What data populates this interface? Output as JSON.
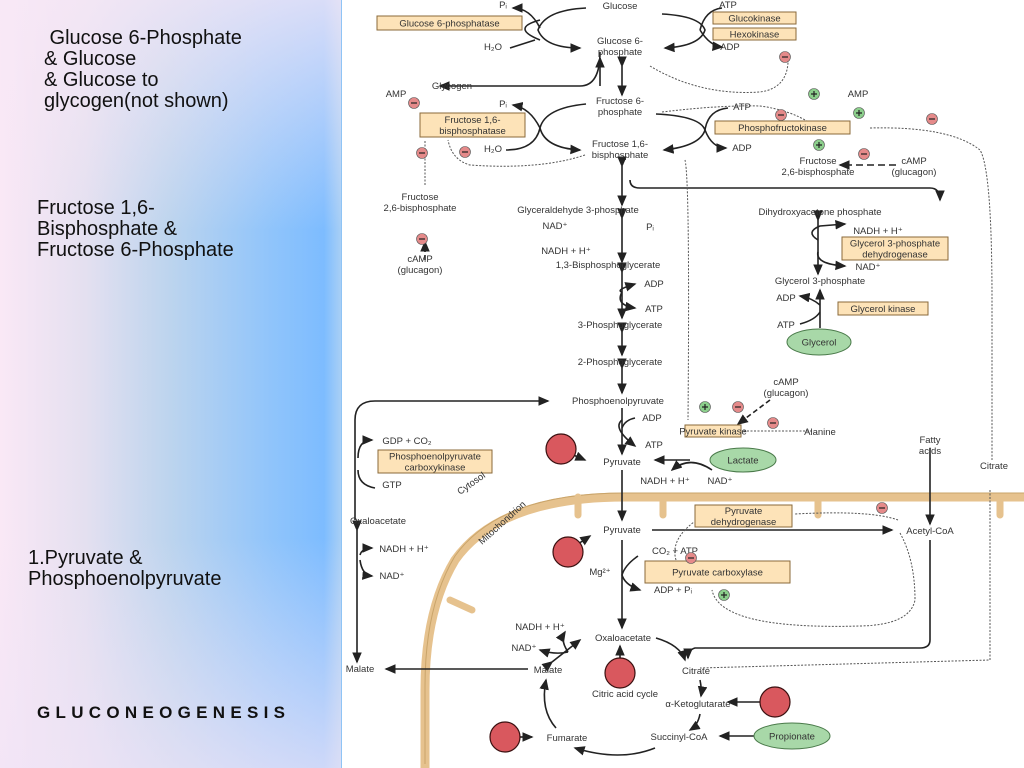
{
  "left_panel": {
    "note1": [
      " Glucose 6-Phosphate",
      "& Glucose",
      "& Glucose to",
      "glycogen(not shown)"
    ],
    "note2": [
      "Fructose 1,6-",
      "Bisphosphate &",
      "Fructose 6-Phosphate"
    ],
    "note3": [
      "1.Pyruvate &",
      "Phosphoenolpyruvate"
    ],
    "title": "GLUCONEOGENESIS"
  },
  "diagram": {
    "labels": {
      "glucose": [
        "Glucose"
      ],
      "g6p": [
        "Glucose 6-",
        "phosphate"
      ],
      "glycogen": [
        "Glycogen"
      ],
      "f6p": [
        "Fructose 6-",
        "phosphate"
      ],
      "f16bp": [
        "Fructose 1,6-",
        "bisphosphate"
      ],
      "f26bp_left": [
        "Fructose",
        "2,6-bisphosphate"
      ],
      "camp_left": [
        "cAMP",
        "(glucagon)"
      ],
      "pi_top": [
        "Pᵢ"
      ],
      "h2o_top": [
        "H₂O"
      ],
      "atp_top": [
        "ATP"
      ],
      "adp_top": [
        "ADP"
      ],
      "amp_left": [
        "AMP"
      ],
      "pi_mid": [
        "Pᵢ"
      ],
      "h2o_mid": [
        "H₂O"
      ],
      "atp_pfk": [
        "ATP"
      ],
      "adp_pfk": [
        "ADP"
      ],
      "amp_right": [
        "AMP"
      ],
      "f26bp_right": [
        "Fructose",
        "2,6-bisphosphate"
      ],
      "camp_right": [
        "cAMP",
        "(glucagon)"
      ],
      "gap": [
        "Glyceraldehyde 3-phosphate"
      ],
      "nad_gap": [
        "NAD⁺"
      ],
      "pi_gap": [
        "Pᵢ"
      ],
      "nadh_gap": [
        "NADH + H⁺"
      ],
      "bpg": [
        "1,3-Bisphosphoglycerate"
      ],
      "adp_pgk": [
        "ADP"
      ],
      "atp_pgk": [
        "ATP"
      ],
      "pg3": [
        "3-Phosphoglycerate"
      ],
      "pg2": [
        "2-Phosphoglycerate"
      ],
      "pep": [
        "Phosphoenolpyruvate"
      ],
      "adp_pk": [
        "ADP"
      ],
      "atp_pk": [
        "ATP"
      ],
      "camp_pk": [
        "cAMP",
        "(glucagon)"
      ],
      "alanine": [
        "Alanine"
      ],
      "pyruvate_cyt": [
        "Pyruvate"
      ],
      "nadh_ldh": [
        "NADH + H⁺"
      ],
      "nad_ldh": [
        "NAD⁺"
      ],
      "fatty_acids": [
        "Fatty",
        "acids"
      ],
      "citrate_right": [
        "Citrate"
      ],
      "dhap": [
        "Dihydroxyacetone phosphate"
      ],
      "nadh_g3p": [
        "NADH + H⁺"
      ],
      "nad_g3p": [
        "NAD⁺"
      ],
      "g3p": [
        "Glycerol 3-phosphate"
      ],
      "adp_gk": [
        "ADP"
      ],
      "atp_gk": [
        "ATP"
      ],
      "gdp_co2": [
        "GDP + CO₂"
      ],
      "gtp": [
        "GTP"
      ],
      "oaa_cyt": [
        "Oxaloacetate"
      ],
      "nadh_mdh_cyt": [
        "NADH + H⁺"
      ],
      "nad_mdh_cyt": [
        "NAD⁺"
      ],
      "malate_cyt": [
        "Malate"
      ],
      "pyruvate_mito": [
        "Pyruvate"
      ],
      "acetyl_coa": [
        "Acetyl-CoA"
      ],
      "co2_atp": [
        "CO₂ + ATP"
      ],
      "mg": [
        "Mg²⁺"
      ],
      "adp_pi": [
        "ADP + Pᵢ"
      ],
      "nadh_mdh": [
        "NADH + H⁺"
      ],
      "nad_mdh": [
        "NAD⁺"
      ],
      "oaa_mito": [
        "Oxaloacetate"
      ],
      "malate_mito": [
        "Malate"
      ],
      "citrate_mito": [
        "Citrate"
      ],
      "citric_cycle": [
        "Citric acid cycle"
      ],
      "akg": [
        "α-Ketoglutarate"
      ],
      "succinyl": [
        "Succinyl-CoA"
      ],
      "fumarate": [
        "Fumarate"
      ]
    },
    "compartments": {
      "cytosol": "Cytosol",
      "mitochondrion": "Mitochondrion"
    },
    "enzymes": {
      "g6pase": [
        "Glucose 6-phosphatase"
      ],
      "glucokinase": [
        "Glucokinase"
      ],
      "hexokinase": [
        "Hexokinase"
      ],
      "fbpase": [
        "Fructose 1,6-",
        "bisphosphatase"
      ],
      "pfk": [
        "Phosphofructokinase"
      ],
      "g3pdh": [
        "Glycerol 3-phosphate",
        "dehydrogenase"
      ],
      "glycerol_kinase": [
        "Glycerol kinase"
      ],
      "pyruvate_kinase": [
        "Pyruvate kinase"
      ],
      "pepck": [
        "Phosphoenolpyruvate",
        "carboxykinase"
      ],
      "pdh": [
        "Pyruvate",
        "dehydrogenase"
      ],
      "pyruvate_carboxylase": [
        "Pyruvate carboxylase"
      ]
    },
    "substrates": {
      "lactate": "Lactate",
      "glycerol": "Glycerol",
      "propionate": "Propionate"
    },
    "colors": {
      "enzyme_box": "#fde3b8",
      "substrate_oval": "#a8d8a8",
      "amino_acid_circle": "#d9585e",
      "membrane": "#e6c28e",
      "inhibit": "#e58a8a",
      "activate": "#8ccf8c"
    }
  }
}
